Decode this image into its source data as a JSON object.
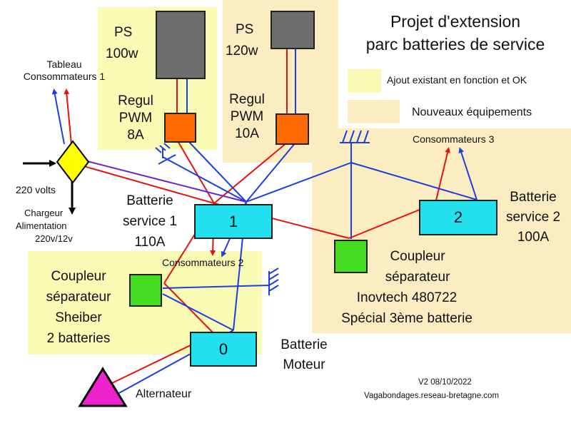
{
  "title": {
    "line1": "Projet d'extension",
    "line2": "parc batteries de service"
  },
  "legend": {
    "existing": {
      "text": "Ajout existant en fonction et OK",
      "color": "#f9fbb4"
    },
    "new": {
      "text": "Nouveaux équipements",
      "color": "#fcecc2"
    }
  },
  "ps1": {
    "line1": "PS",
    "line2": "100w"
  },
  "ps2": {
    "line1": "PS",
    "line2": "120w"
  },
  "regul1": {
    "line1": "Regul",
    "line2": "PWM",
    "line3": "8A"
  },
  "regul2": {
    "line1": "Regul",
    "line2": "PWM",
    "line3": "10A"
  },
  "tableau": {
    "line1": "Tableau",
    "line2": "Consommateurs 1"
  },
  "voltage": "220 volts",
  "charger": {
    "line1": "Chargeur",
    "line2": "Alimentation",
    "line3": "220v/12v"
  },
  "battery1": {
    "num": "1",
    "line1": "Batterie",
    "line2": "service 1",
    "line3": "110A"
  },
  "battery2": {
    "num": "2",
    "line1": "Batterie",
    "line2": "service 2",
    "line3": "100A"
  },
  "battery0": {
    "num": "0",
    "line1": "Batterie",
    "line2": "Moteur"
  },
  "consumers2": "Consommateurs 2",
  "consumers3": "Consommateurs 3",
  "coupler_sheiber": {
    "line1": "Coupleur",
    "line2": "séparateur",
    "line3": "Sheiber",
    "line4": "2 batteries"
  },
  "coupler_inovtech": {
    "line1": "Coupleur",
    "line2": "séparateur",
    "line3": "Inovtech 480722",
    "line4": "Spécial 3ème batterie"
  },
  "alternator": "Alternateur",
  "version": "V2 08/10/2022",
  "website": "Vagabondages.reseau-bretagne.com",
  "colors": {
    "positive": "#e81010",
    "negative": "#1a3ee0",
    "charger_wire": "#6a22d0",
    "alternator": "#ee22cc",
    "charger": "#ffff00"
  }
}
